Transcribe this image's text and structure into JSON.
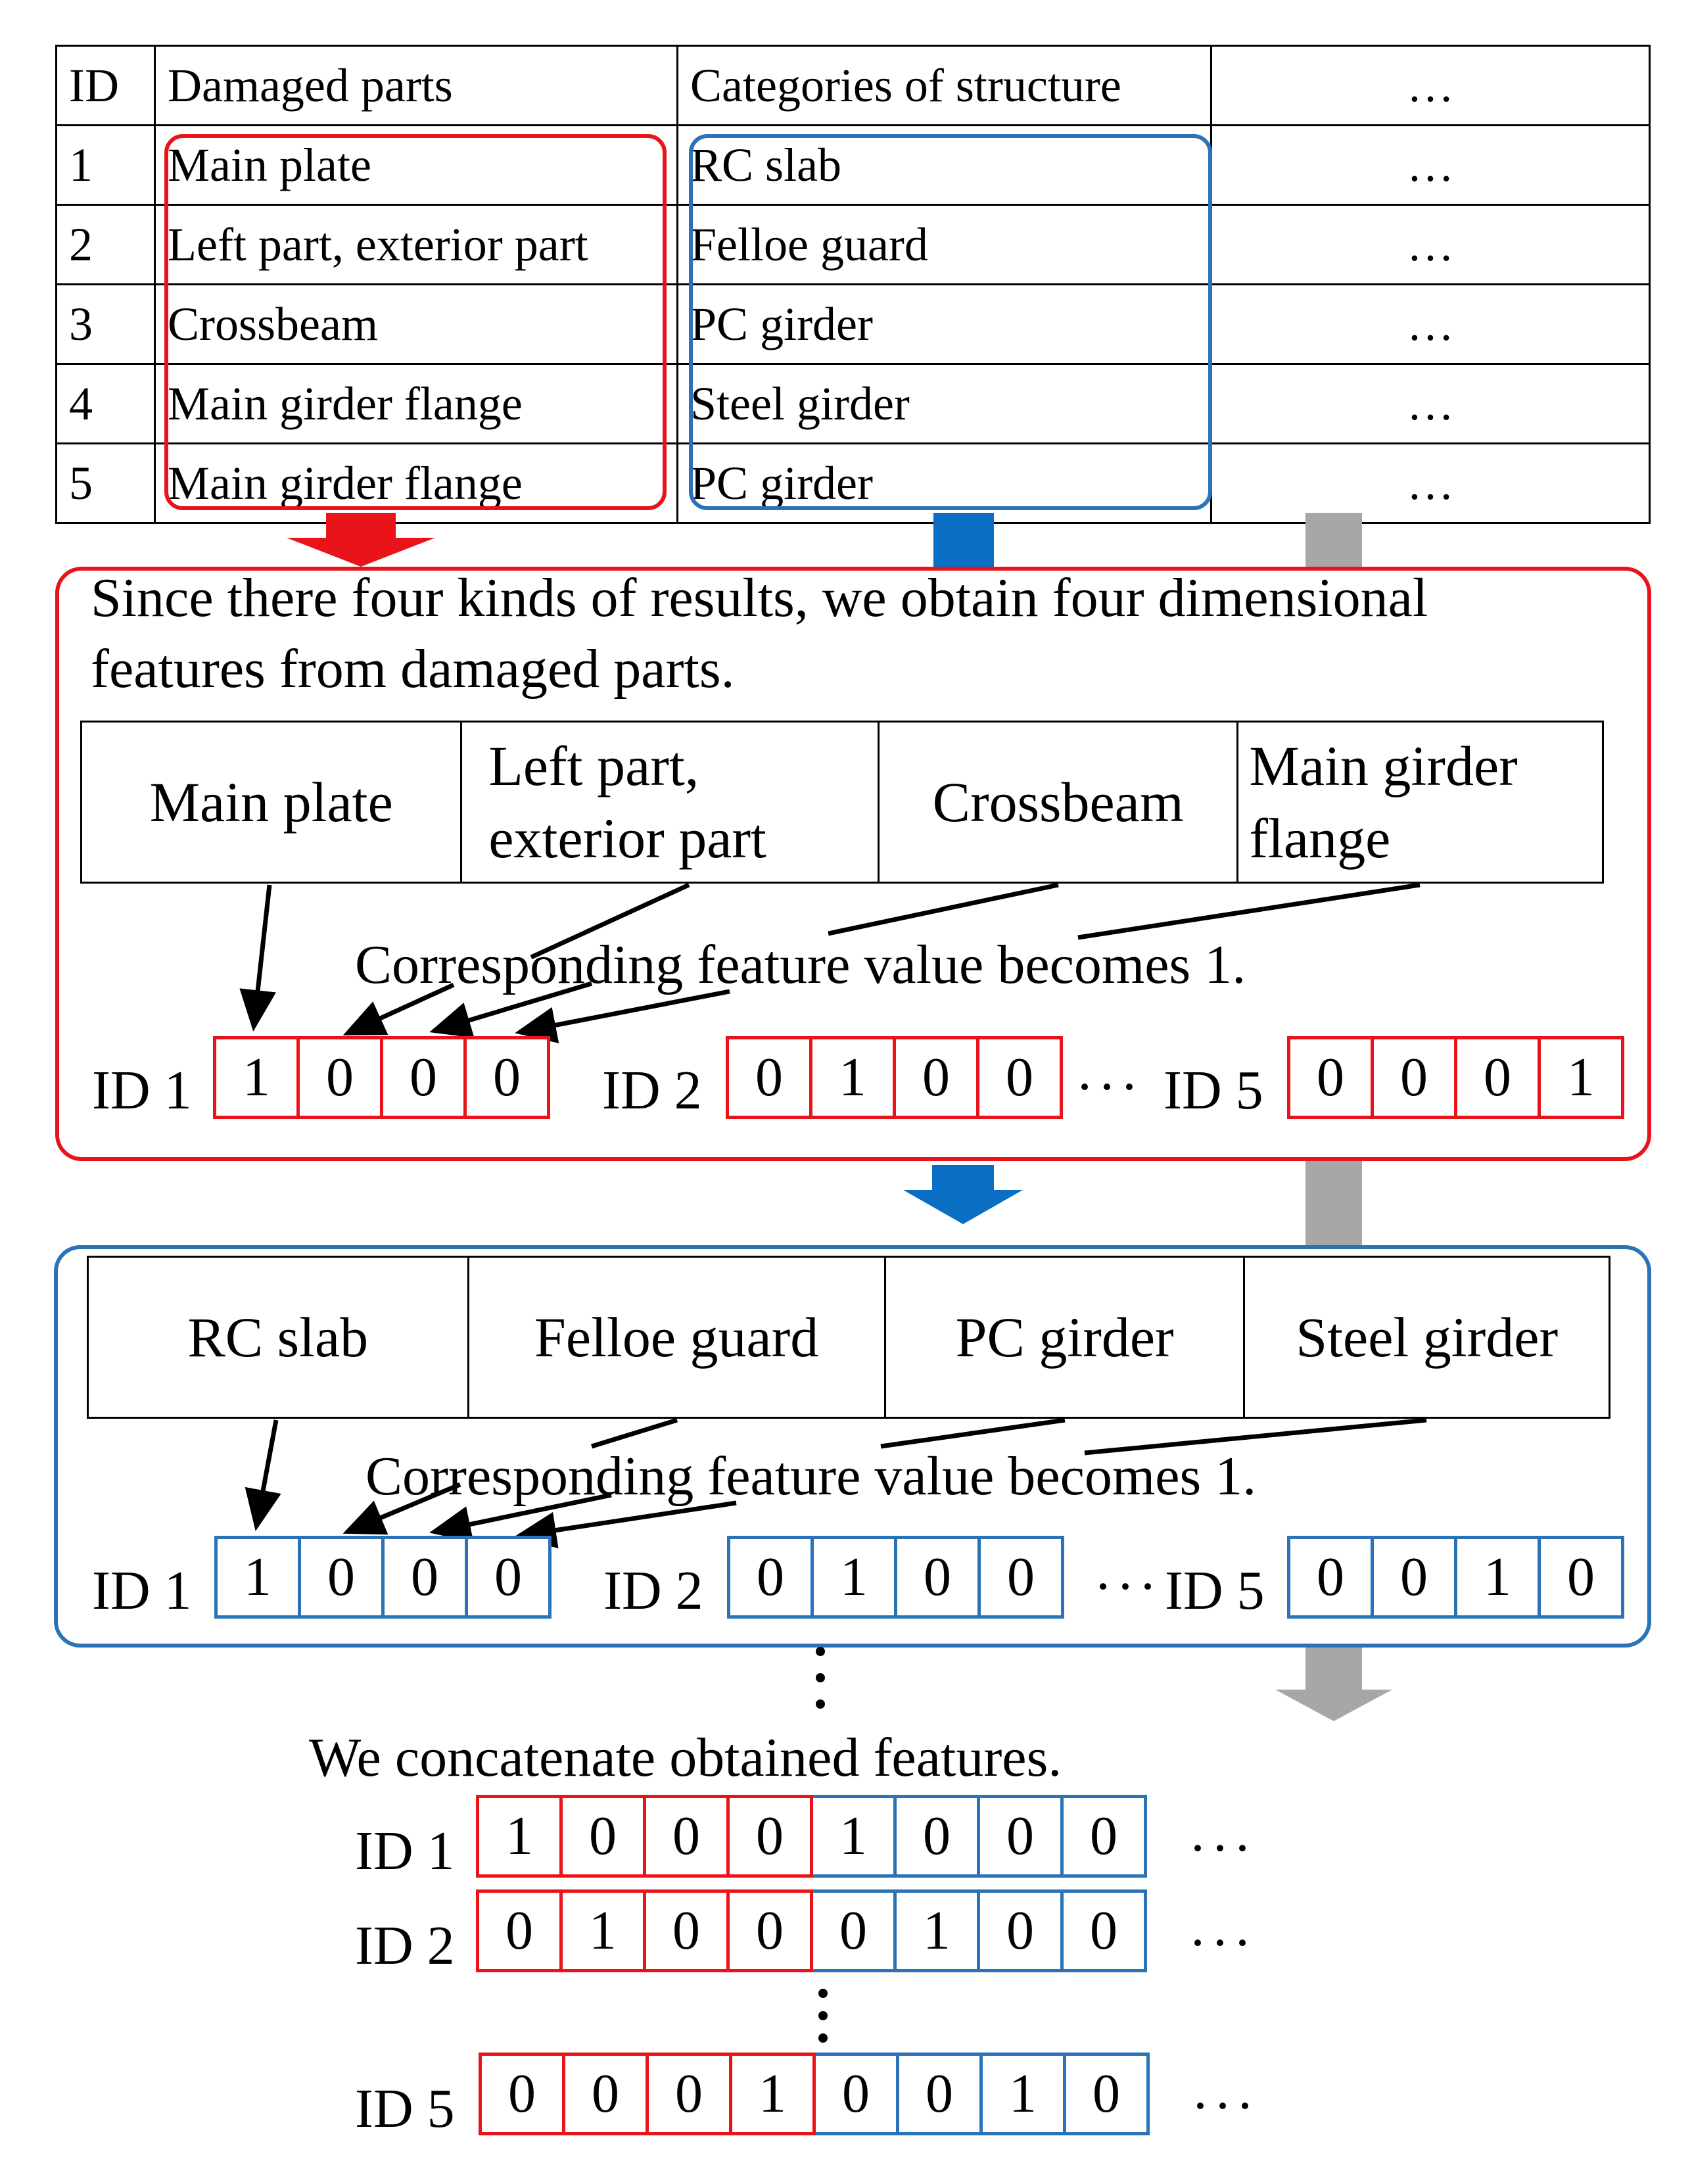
{
  "table": {
    "headers": [
      "ID",
      "Damaged parts",
      "Categories of structure",
      "…"
    ],
    "rows": [
      {
        "id": "1",
        "damaged": "Main plate",
        "category": "RC slab",
        "more": "…"
      },
      {
        "id": "2",
        "damaged": "Left part, exterior part",
        "category": "Felloe guard",
        "more": "…"
      },
      {
        "id": "3",
        "damaged": "Crossbeam",
        "category": "PC girder",
        "more": "…"
      },
      {
        "id": "4",
        "damaged": "Main girder flange",
        "category": "Steel girder",
        "more": "…"
      },
      {
        "id": "5",
        "damaged": "Main girder flange",
        "category": "PC girder",
        "more": "…"
      }
    ]
  },
  "panel1": {
    "description": "Since there four kinds of results, we obtain four dimensional features from damaged parts.",
    "features": [
      "Main plate",
      "Left part, exterior part",
      "Crossbeam",
      "Main girder flange"
    ],
    "caption": "Corresponding feature value becomes 1.",
    "vectors": [
      {
        "label": "ID 1",
        "values": [
          "1",
          "0",
          "0",
          "0"
        ]
      },
      {
        "label": "ID 2",
        "values": [
          "0",
          "1",
          "0",
          "0"
        ]
      },
      {
        "label": "ID 5",
        "values": [
          "0",
          "0",
          "0",
          "1"
        ]
      }
    ],
    "ellipsis": "···"
  },
  "panel2": {
    "features": [
      "RC slab",
      "Felloe guard",
      "PC girder",
      "Steel girder"
    ],
    "caption": "Corresponding feature value becomes 1.",
    "vectors": [
      {
        "label": "ID 1",
        "values": [
          "1",
          "0",
          "0",
          "0"
        ]
      },
      {
        "label": "ID 2",
        "values": [
          "0",
          "1",
          "0",
          "0"
        ]
      },
      {
        "label": "ID 5",
        "values": [
          "0",
          "0",
          "1",
          "0"
        ]
      }
    ],
    "ellipsis": "···"
  },
  "concat": {
    "caption": "We concatenate obtained features.",
    "rows": [
      {
        "label": "ID 1",
        "damaged": [
          "1",
          "0",
          "0",
          "0"
        ],
        "category": [
          "1",
          "0",
          "0",
          "0"
        ]
      },
      {
        "label": "ID 2",
        "damaged": [
          "0",
          "1",
          "0",
          "0"
        ],
        "category": [
          "0",
          "1",
          "0",
          "0"
        ]
      },
      {
        "label": "ID 5",
        "damaged": [
          "0",
          "0",
          "0",
          "1"
        ],
        "category": [
          "0",
          "0",
          "1",
          "0"
        ]
      }
    ],
    "ellipsis": "···"
  },
  "colors": {
    "damaged": "#e8141a",
    "category": "#2a73b8",
    "other": "#a8a6a6"
  }
}
